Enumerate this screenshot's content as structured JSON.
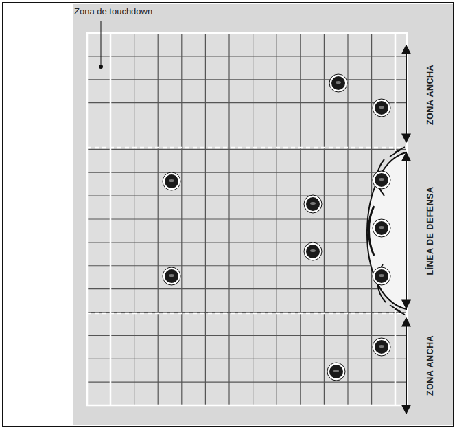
{
  "diagram": {
    "labels": [
      "Zona de touchdown",
      "ZONA ANCHA",
      "LÍNEA DE DEFENSA",
      "ZONA ANCHA"
    ]
  }
}
